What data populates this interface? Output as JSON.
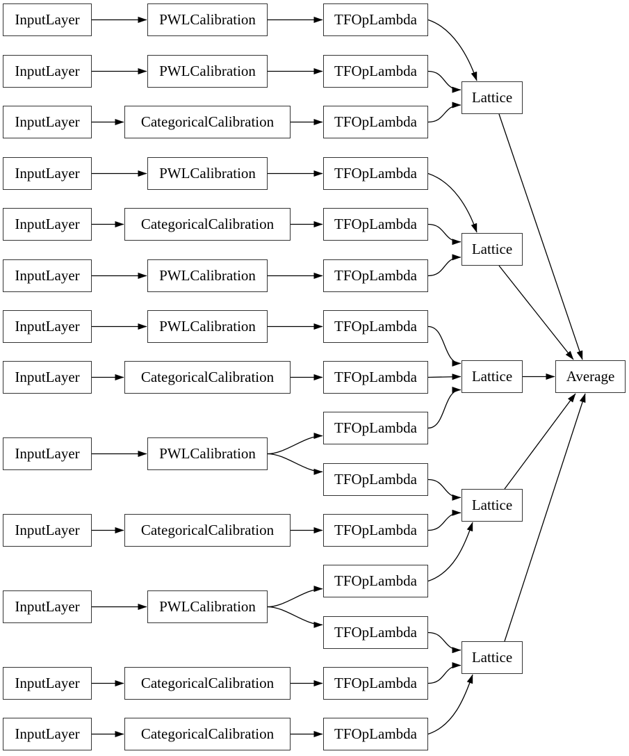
{
  "colors": {
    "background": "#ffffff",
    "node_fill": "#ffffff",
    "node_border": "#333333",
    "edge": "#000000",
    "text": "#000000"
  },
  "diagram": {
    "nodes": [
      {
        "id": "in1",
        "label": "InputLayer"
      },
      {
        "id": "in2",
        "label": "InputLayer"
      },
      {
        "id": "in3",
        "label": "InputLayer"
      },
      {
        "id": "in4",
        "label": "InputLayer"
      },
      {
        "id": "in5",
        "label": "InputLayer"
      },
      {
        "id": "in6",
        "label": "InputLayer"
      },
      {
        "id": "in7",
        "label": "InputLayer"
      },
      {
        "id": "in8",
        "label": "InputLayer"
      },
      {
        "id": "in9",
        "label": "InputLayer"
      },
      {
        "id": "in10",
        "label": "InputLayer"
      },
      {
        "id": "in11",
        "label": "InputLayer"
      },
      {
        "id": "in12",
        "label": "InputLayer"
      },
      {
        "id": "in13",
        "label": "InputLayer"
      },
      {
        "id": "cal1",
        "label": "PWLCalibration"
      },
      {
        "id": "cal2",
        "label": "PWLCalibration"
      },
      {
        "id": "cal3",
        "label": "CategoricalCalibration"
      },
      {
        "id": "cal4",
        "label": "PWLCalibration"
      },
      {
        "id": "cal5",
        "label": "CategoricalCalibration"
      },
      {
        "id": "cal6",
        "label": "PWLCalibration"
      },
      {
        "id": "cal7",
        "label": "PWLCalibration"
      },
      {
        "id": "cal8",
        "label": "CategoricalCalibration"
      },
      {
        "id": "cal9",
        "label": "PWLCalibration"
      },
      {
        "id": "cal10",
        "label": "CategoricalCalibration"
      },
      {
        "id": "cal11",
        "label": "PWLCalibration"
      },
      {
        "id": "cal12",
        "label": "CategoricalCalibration"
      },
      {
        "id": "cal13",
        "label": "CategoricalCalibration"
      },
      {
        "id": "tf1",
        "label": "TFOpLambda"
      },
      {
        "id": "tf2",
        "label": "TFOpLambda"
      },
      {
        "id": "tf3",
        "label": "TFOpLambda"
      },
      {
        "id": "tf4",
        "label": "TFOpLambda"
      },
      {
        "id": "tf5",
        "label": "TFOpLambda"
      },
      {
        "id": "tf6",
        "label": "TFOpLambda"
      },
      {
        "id": "tf7",
        "label": "TFOpLambda"
      },
      {
        "id": "tf8",
        "label": "TFOpLambda"
      },
      {
        "id": "tf9",
        "label": "TFOpLambda"
      },
      {
        "id": "tf10",
        "label": "TFOpLambda"
      },
      {
        "id": "tf11",
        "label": "TFOpLambda"
      },
      {
        "id": "tf12",
        "label": "TFOpLambda"
      },
      {
        "id": "tf13",
        "label": "TFOpLambda"
      },
      {
        "id": "tf14",
        "label": "TFOpLambda"
      },
      {
        "id": "tf15",
        "label": "TFOpLambda"
      },
      {
        "id": "lat1",
        "label": "Lattice"
      },
      {
        "id": "lat2",
        "label": "Lattice"
      },
      {
        "id": "lat3",
        "label": "Lattice"
      },
      {
        "id": "lat4",
        "label": "Lattice"
      },
      {
        "id": "lat5",
        "label": "Lattice"
      },
      {
        "id": "avg",
        "label": "Average"
      }
    ],
    "edges": [
      [
        "in1",
        "cal1"
      ],
      [
        "in2",
        "cal2"
      ],
      [
        "in3",
        "cal3"
      ],
      [
        "in4",
        "cal4"
      ],
      [
        "in5",
        "cal5"
      ],
      [
        "in6",
        "cal6"
      ],
      [
        "in7",
        "cal7"
      ],
      [
        "in8",
        "cal8"
      ],
      [
        "in9",
        "cal9"
      ],
      [
        "in10",
        "cal10"
      ],
      [
        "in11",
        "cal11"
      ],
      [
        "in12",
        "cal12"
      ],
      [
        "in13",
        "cal13"
      ],
      [
        "cal1",
        "tf1"
      ],
      [
        "cal2",
        "tf2"
      ],
      [
        "cal3",
        "tf3"
      ],
      [
        "cal4",
        "tf4"
      ],
      [
        "cal5",
        "tf5"
      ],
      [
        "cal6",
        "tf6"
      ],
      [
        "cal7",
        "tf7"
      ],
      [
        "cal8",
        "tf8"
      ],
      [
        "cal9",
        "tf9"
      ],
      [
        "cal9",
        "tf10"
      ],
      [
        "cal10",
        "tf11"
      ],
      [
        "cal11",
        "tf12"
      ],
      [
        "cal11",
        "tf13"
      ],
      [
        "cal12",
        "tf14"
      ],
      [
        "cal13",
        "tf15"
      ],
      [
        "tf1",
        "lat1"
      ],
      [
        "tf2",
        "lat1"
      ],
      [
        "tf3",
        "lat1"
      ],
      [
        "tf4",
        "lat2"
      ],
      [
        "tf5",
        "lat2"
      ],
      [
        "tf6",
        "lat2"
      ],
      [
        "tf7",
        "lat3"
      ],
      [
        "tf8",
        "lat3"
      ],
      [
        "tf9",
        "lat3"
      ],
      [
        "tf10",
        "lat4"
      ],
      [
        "tf11",
        "lat4"
      ],
      [
        "tf12",
        "lat4"
      ],
      [
        "tf13",
        "lat5"
      ],
      [
        "tf14",
        "lat5"
      ],
      [
        "tf15",
        "lat5"
      ],
      [
        "lat1",
        "avg"
      ],
      [
        "lat2",
        "avg"
      ],
      [
        "lat3",
        "avg"
      ],
      [
        "lat4",
        "avg"
      ],
      [
        "lat5",
        "avg"
      ]
    ]
  }
}
